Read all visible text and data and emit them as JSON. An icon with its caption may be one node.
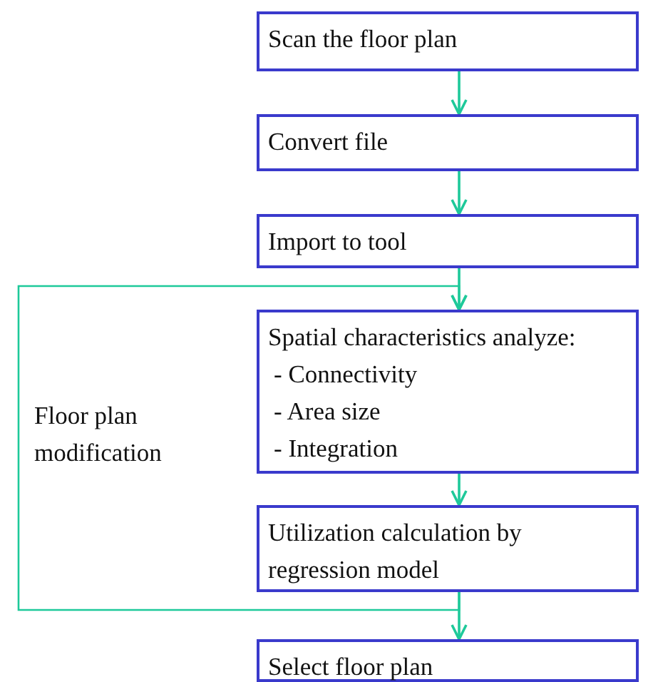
{
  "diagram": {
    "nodes": [
      {
        "text": [
          "Scan the floor plan"
        ]
      },
      {
        "text": [
          "Convert file"
        ]
      },
      {
        "text": [
          "Import to tool"
        ]
      },
      {
        "text": [
          "Spatial characteristics analyze:",
          "- Connectivity",
          "- Area size",
          "- Integration"
        ]
      },
      {
        "text": [
          "Utilization calculation by regression model"
        ]
      },
      {
        "text": [
          "Select floor plan"
        ]
      }
    ],
    "edges": [
      {
        "from": 0,
        "to": 1,
        "arrow": "to"
      },
      {
        "from": 1,
        "to": 2,
        "arrow": "to"
      },
      {
        "from": 2,
        "to": 3,
        "arrow": "to"
      },
      {
        "from": 3,
        "to": 4,
        "arrow": "to"
      },
      {
        "from": 4,
        "to": 5,
        "arrow": "to"
      },
      {
        "from": 4,
        "to": 3,
        "arrow": "to",
        "label": "Floor plan modification"
      }
    ]
  }
}
